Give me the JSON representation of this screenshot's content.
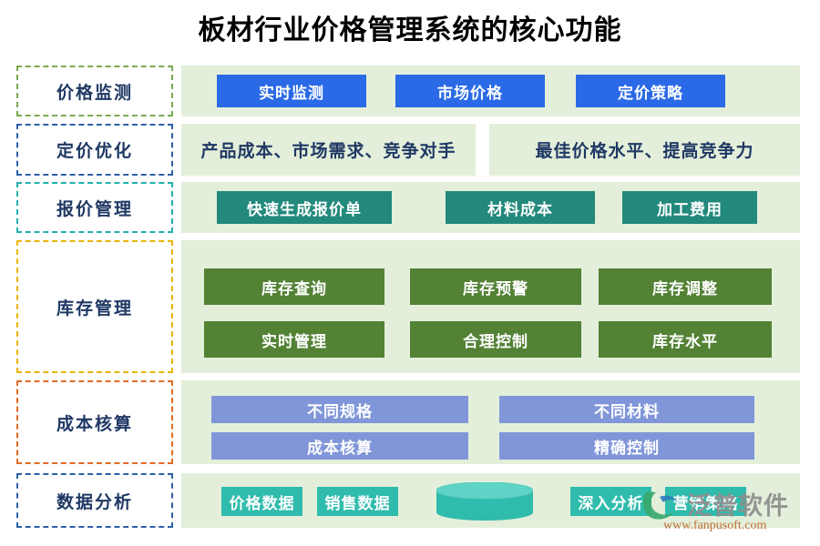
{
  "title": "板材行业价格管理系统的核心功能",
  "colors": {
    "panel_bg": "#e3efda",
    "label_text": "#1f3864",
    "blue": "#2a6ae6",
    "teal_dark": "#22897c",
    "green": "#538235",
    "periwinkle": "#8096d8",
    "cyan": "#2fbcac",
    "dash_green": "#7ba84f",
    "dash_blue": "#2f5fa8",
    "dash_teal": "#20b2aa",
    "dash_gold": "#e8b40a",
    "dash_orange": "#e06c25",
    "dash_indigo": "#2f5fa8",
    "watermark_text": "#8e8e8e",
    "watermark_url": "#c0622a"
  },
  "sections": [
    {
      "label": "价格监测",
      "dash_color": "#7ba84f",
      "items": [
        "实时监测",
        "市场价格",
        "定价策略"
      ]
    },
    {
      "label": "定价优化",
      "dash_color": "#2f5fa8",
      "items": [
        "产品成本、市场需求、竞争对手",
        "最佳价格水平、提高竞争力"
      ]
    },
    {
      "label": "报价管理",
      "dash_color": "#20b2aa",
      "items": [
        "快速生成报价单",
        "材料成本",
        "加工费用"
      ]
    },
    {
      "label": "库存管理",
      "dash_color": "#e8b40a",
      "items": [
        "库存查询",
        "库存预警",
        "库存调整",
        "实时管理",
        "合理控制",
        "库存水平"
      ]
    },
    {
      "label": "成本核算",
      "dash_color": "#e06c25",
      "items": [
        "不同规格",
        "不同材料",
        "成本核算",
        "精确控制"
      ]
    },
    {
      "label": "数据分析",
      "dash_color": "#2f5fa8",
      "items": [
        "价格数据",
        "销售数据",
        "深入分析",
        "营销策略"
      ],
      "icon": "database-cylinder-icon"
    }
  ],
  "watermark": {
    "brand": "泛普软件",
    "url": "www.fanpusoft.com"
  }
}
